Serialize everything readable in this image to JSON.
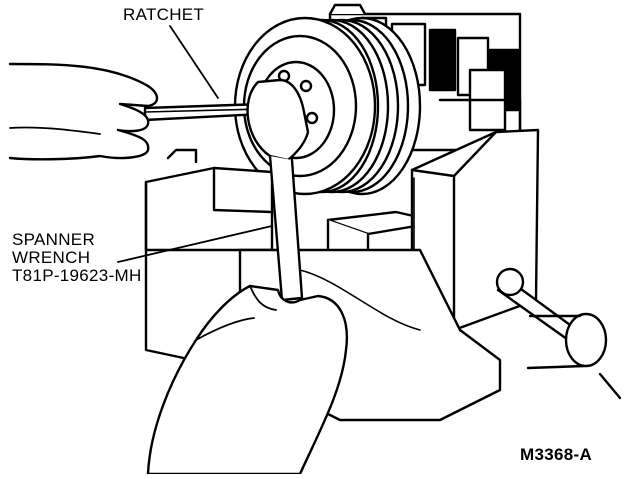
{
  "labels": {
    "ratchet": "RATCHET",
    "spanner_line1": "SPANNER",
    "spanner_line2": "WRENCH",
    "spanner_line3": "T81P-19623-MH",
    "figure_id": "M3368-A"
  },
  "colors": {
    "ink": "#000000",
    "paper": "#ffffff"
  }
}
